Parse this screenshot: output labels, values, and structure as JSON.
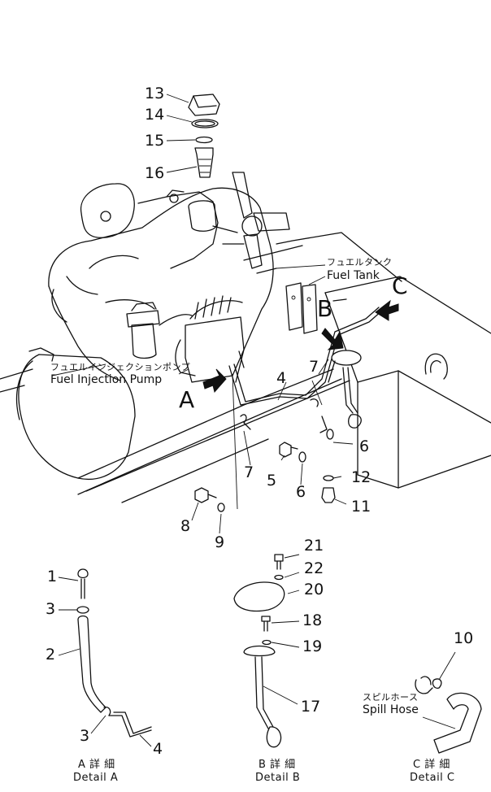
{
  "labels": {
    "fuel_tank_jp": "フュエルタンク",
    "fuel_tank_en": "Fuel Tank",
    "fuel_injection_pump_jp": "フュエルインジェクションポンプ",
    "fuel_injection_pump_en": "Fuel Injection Pump",
    "spill_hose_jp": "スピルホース",
    "spill_hose_en": "Spill Hose"
  },
  "view_markers": {
    "a": "A",
    "b": "B",
    "c": "C"
  },
  "details": {
    "a": {
      "jp": "A 詳 細",
      "en": "Detail  A"
    },
    "b": {
      "jp": "B 詳 細",
      "en": "Detail  B"
    },
    "c": {
      "jp": "C 詳 細",
      "en": "Detail  C"
    }
  },
  "callouts": {
    "n13": "13",
    "n14": "14",
    "n15": "15",
    "n16": "16",
    "n4_main": "4",
    "n7_left": "7",
    "n7_right": "7",
    "n5": "5",
    "n6_lower": "6",
    "n6_right": "6",
    "n12": "12",
    "n11": "11",
    "n8": "8",
    "n9": "9",
    "n1": "1",
    "n3_top": "3",
    "n2": "2",
    "n3_bottom": "3",
    "n4_detail": "4",
    "n21": "21",
    "n22": "22",
    "n20": "20",
    "n18": "18",
    "n19": "19",
    "n17": "17",
    "n10": "10"
  }
}
